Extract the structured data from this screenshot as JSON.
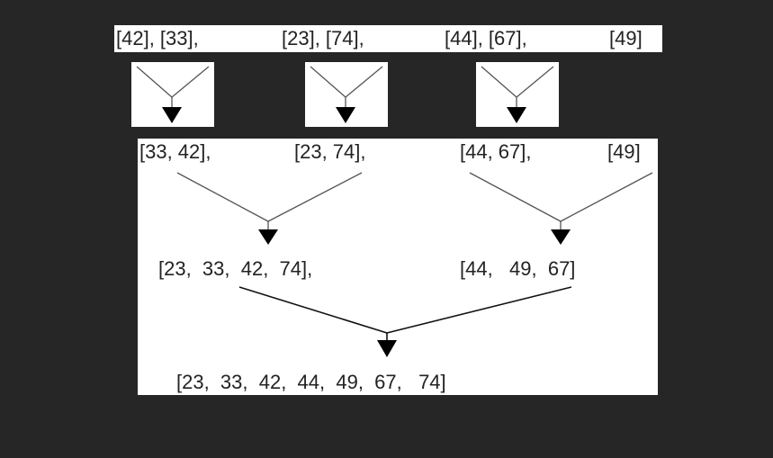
{
  "diagram": {
    "row1": [
      "[42], [33],",
      "[23], [74],",
      "[44], [67],",
      "[49]"
    ],
    "row2": [
      "[33, 42],",
      "[23, 74],",
      "[44, 67],",
      "[49]"
    ],
    "row3": [
      "[23,  33,  42,  74],",
      "[44,   49,  67]"
    ],
    "row4": "[23,  33,  42,  44,  49,  67,   74]"
  },
  "colors": {
    "background": "#262626",
    "panel": "#ffffff",
    "line": "#555555",
    "arrowhead": "#000000"
  }
}
